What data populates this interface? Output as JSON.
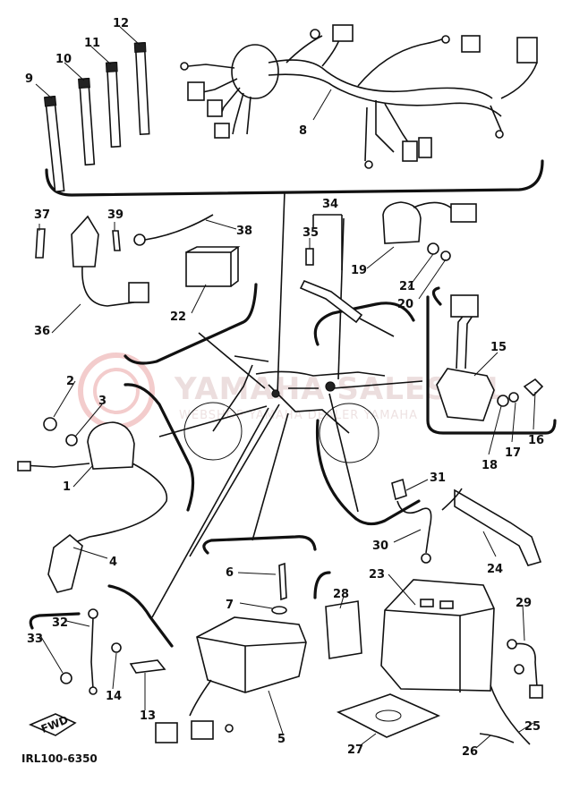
{
  "diagram": {
    "drawing_code": "IRL100-6350",
    "direction_tag": "FWD",
    "watermark": {
      "main": "YAMAHA SALES NL",
      "sub": "WEBSHOP YAMAHA DEALER YAMAHA",
      "color": "#f2c9c9"
    },
    "callouts": {
      "c1": "1",
      "c2": "2",
      "c3": "3",
      "c4": "4",
      "c5": "5",
      "c6": "6",
      "c7": "7",
      "c8": "8",
      "c9": "9",
      "c10": "10",
      "c11": "11",
      "c12": "12",
      "c13": "13",
      "c14": "14",
      "c15": "15",
      "c16": "16",
      "c17": "17",
      "c18": "18",
      "c19": "19",
      "c20": "20",
      "c21": "21",
      "c22": "22",
      "c23": "23",
      "c24": "24",
      "c25": "25",
      "c26": "26",
      "c27": "27",
      "c28": "28",
      "c29": "29",
      "c30": "30",
      "c31": "31",
      "c32": "32",
      "c33": "33",
      "c34": "34",
      "c35": "35",
      "c36": "36",
      "c37": "37",
      "c38": "38",
      "c39": "39"
    }
  }
}
